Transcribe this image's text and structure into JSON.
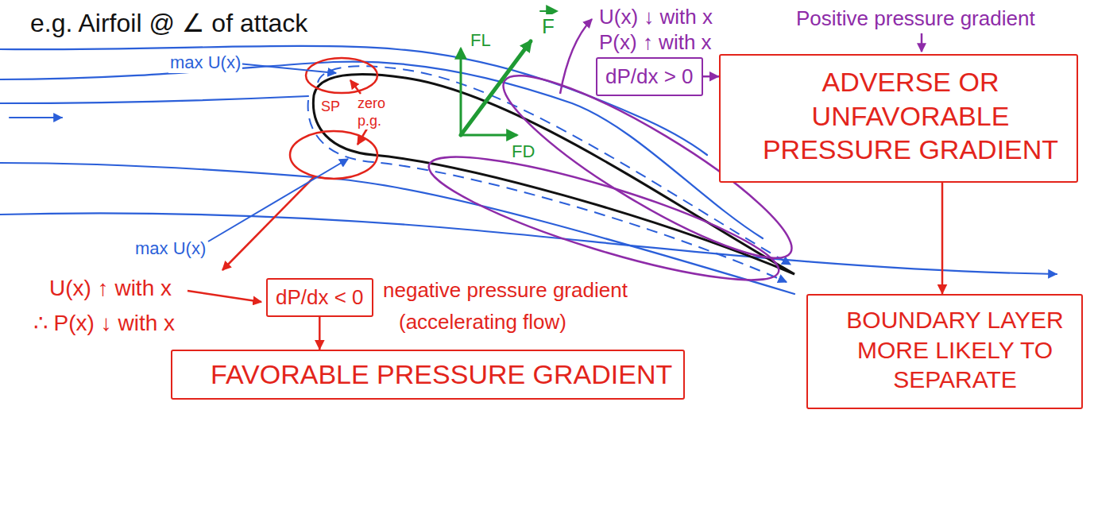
{
  "diagram": {
    "title": "e.g. Airfoil @ ∠ of attack",
    "nodes": [
      {
        "text": [
          "dP/dx > 0"
        ]
      },
      {
        "text": [
          "ADVERSE OR UNFAVORABLE PRESSURE GRADIENT"
        ]
      },
      {
        "text": [
          "BOUNDARY LAYER MORE LIKELY TO SEPARATE"
        ]
      },
      {
        "text": [
          "dP/dx < 0"
        ]
      },
      {
        "text": [
          "FAVORABLE PRESSURE GRADIENT"
        ]
      }
    ],
    "edges": [
      {
        "from": 0,
        "to": 1,
        "arrow": "to"
      },
      {
        "from": 1,
        "to": 2,
        "arrow": "to"
      },
      {
        "from": 3,
        "to": 4,
        "arrow": "to"
      }
    ],
    "labels": [
      "max U(x)",
      "zero p.g.",
      "SP",
      "F",
      "FL",
      "FD",
      "U(x) ↓ with x",
      "P(x) ↑ with x",
      "Positive pressure gradient",
      "max U(x)",
      "U(x) ↑ with x",
      "∴ P(x) ↓ with x",
      "negative pressure gradient",
      "(accelerating flow)"
    ]
  }
}
